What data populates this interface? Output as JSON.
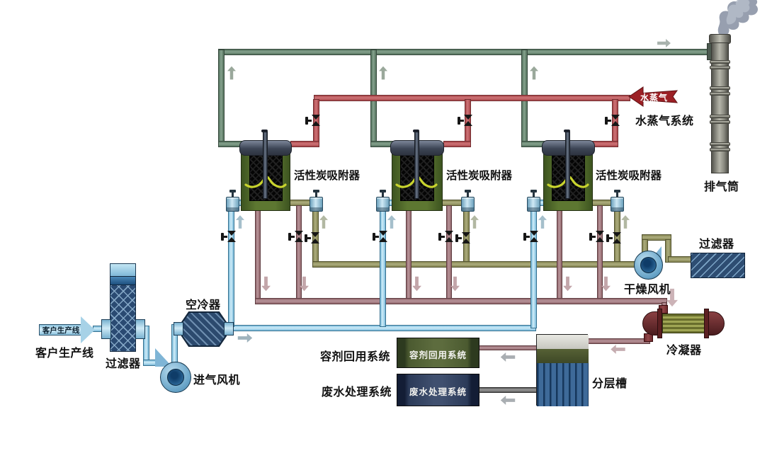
{
  "diagram": {
    "type": "process-flow-diagram",
    "subject": "activated-carbon solvent recovery system",
    "background": "#ffffff"
  },
  "labels": {
    "adsorbers": [
      "活性炭吸附器",
      "活性炭吸附器",
      "活性炭吸附器"
    ],
    "stack": "排气筒",
    "steam_tag": "水蒸气",
    "steam_system": "水蒸气系统",
    "customer_arrow": "客户生产线",
    "customer_line": "客户生产线",
    "inlet_filter": "过滤器",
    "air_cooler": "空冷器",
    "intake_fan": "进气风机",
    "drying_fan": "干燥风机",
    "drying_filter": "过滤器",
    "condenser": "冷凝器",
    "separator": "分层槽",
    "solvent_box": "容剂回用系统",
    "solvent_system": "容剂回用系统",
    "wastewater_box": "废水处理系统",
    "wastewater_system": "废水处理系统"
  },
  "colors": {
    "pipe_exhaust_green": "#5d7a66",
    "pipe_steam_red": "#b24e52",
    "pipe_condensate_maroon": "#9b6f74",
    "pipe_recovery_olive": "#8f8f60",
    "pipe_air_blue": "#8cc6e2",
    "pipe_waste_gray": "#6e6e6e",
    "steam_arrow_fill": "#9c2025",
    "adsorber_body_green": "#4c6426",
    "equipment_navy": "#2e4d72",
    "solvent_box_green": "#4b5a30",
    "wastewater_box_navy": "#31405f",
    "separator_stripe_blue": "#3e6a99",
    "condenser_maroon": "#6d2a2d",
    "condenser_tubes_olive": "#9aa04c",
    "stack_gray": "#9d9d93"
  }
}
